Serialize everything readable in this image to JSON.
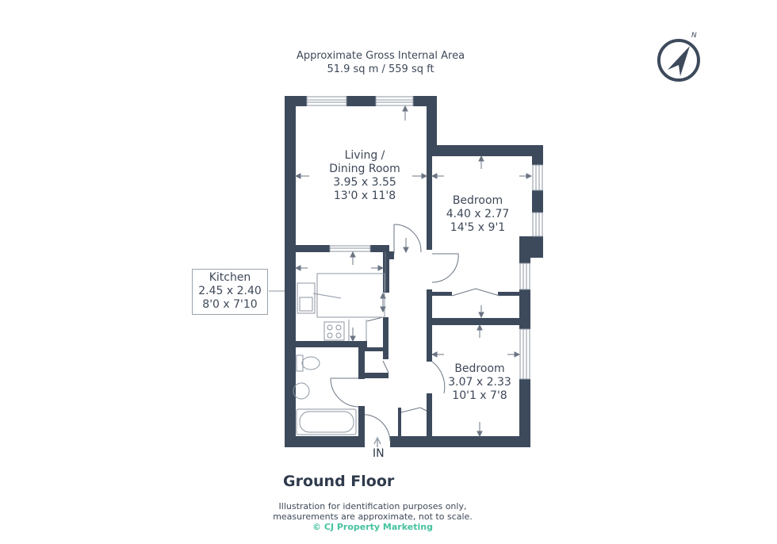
{
  "header": {
    "area_title": "Approximate Gross Internal Area",
    "area_value": "51.9 sq m / 559 sq ft"
  },
  "compass": {
    "icon": "compass-north-icon",
    "label": "N"
  },
  "rooms": {
    "living": {
      "name_line1": "Living /",
      "name_line2": "Dining Room",
      "metric": "3.95 x 3.55",
      "imperial": "13'0 x 11'8"
    },
    "bedroom1": {
      "name": "Bedroom",
      "metric": "4.40 x 2.77",
      "imperial": "14'5 x 9'1"
    },
    "kitchen": {
      "name": "Kitchen",
      "metric": "2.45 x 2.40",
      "imperial": "8'0 x 7'10"
    },
    "bedroom2": {
      "name": "Bedroom",
      "metric": "3.07 x 2.33",
      "imperial": "10'1 x 7'8"
    }
  },
  "entrance": {
    "label": "IN"
  },
  "footer": {
    "floor_title": "Ground Floor",
    "disclaimer_line1": "Illustration for identification purposes only,",
    "disclaimer_line2": "measurements are approximate, not to scale.",
    "credit": "© CJ Property Marketing"
  },
  "colors": {
    "wall": "#3d4a5c",
    "text": "#3e4858",
    "credit": "#46c2a0",
    "background": "#ffffff"
  }
}
